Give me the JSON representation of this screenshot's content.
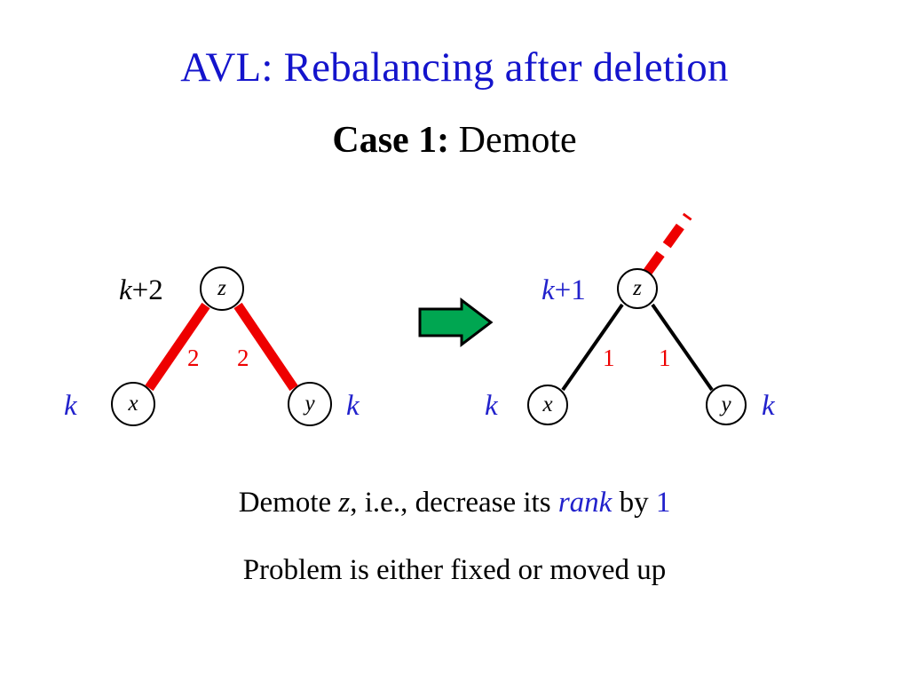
{
  "slide": {
    "title": "AVL: Rebalancing after deletion",
    "subtitle_strong": "Case 1:",
    "subtitle_rest": " Demote",
    "title_color": "#1414cc",
    "accent_red": "#ee0000",
    "accent_blue": "#2222cc",
    "accent_green": "#00a651",
    "background": "#ffffff"
  },
  "left_tree": {
    "root_label": "z",
    "left_child_label": "x",
    "right_child_label": "y",
    "root_rank": "k+2",
    "root_rank_k": "k",
    "root_rank_suffix": "+2",
    "left_child_rank": "k",
    "right_child_rank": "k",
    "left_edge_weight": "2",
    "right_edge_weight": "2",
    "edge_color": "#ee0000",
    "edge_style": "solid-thick"
  },
  "right_tree": {
    "root_label": "z",
    "left_child_label": "x",
    "right_child_label": "y",
    "root_rank": "k+1",
    "root_rank_k": "k",
    "root_rank_suffix": "+1",
    "left_child_rank": "k",
    "right_child_rank": "k",
    "left_edge_weight": "1",
    "right_edge_weight": "1",
    "edge_color": "#000000",
    "edge_style": "solid-thin",
    "parent_edge_style": "dashed-red"
  },
  "arrow": {
    "name": "transform-arrow",
    "direction": "right",
    "fill": "#00a651",
    "stroke": "#000000"
  },
  "captions": {
    "line1_a": "Demote ",
    "line1_z": "z",
    "line1_b": ", i.e., decrease its ",
    "line1_rank": "rank",
    "line1_c": " by ",
    "line1_num": "1",
    "line2": "Problem is either fixed or moved up"
  }
}
